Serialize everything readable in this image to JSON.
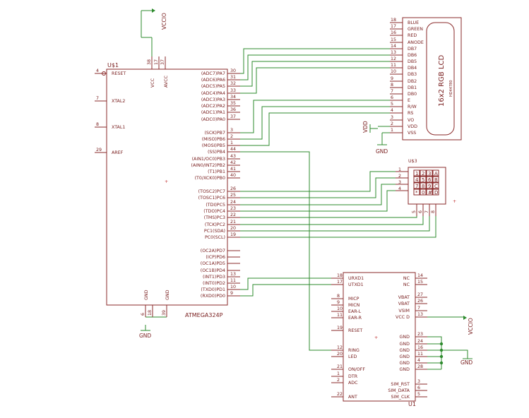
{
  "power": {
    "vccio_top": "VCCIO",
    "gnd_mcu": "GND",
    "gnd_lcd": "GND",
    "vdd": "VDD",
    "vccio_gsm": "VCCIO",
    "gnd_gsm": "GND"
  },
  "mcu": {
    "ref": "U$1",
    "name": "ATMEGA324P",
    "top_pins": [
      {
        "num": "38",
        "name": "VCC"
      },
      {
        "num": "17",
        "name": ""
      },
      {
        "num": "37",
        "name": "AVCC"
      }
    ],
    "bottom_pins": [
      {
        "num": "6",
        "name": "GND"
      },
      {
        "num": "18",
        "name": ""
      },
      {
        "num": "39",
        "name": "GND"
      }
    ],
    "left_pins": [
      {
        "num": "4",
        "name": "RESET"
      },
      {
        "num": "7",
        "name": "XTAL2"
      },
      {
        "num": "8",
        "name": "XTAL1"
      },
      {
        "num": "29",
        "name": "AREF"
      }
    ],
    "right_pins": [
      {
        "num": "30",
        "name": "(ADC7)PA7"
      },
      {
        "num": "31",
        "name": "(ADC6)PA6"
      },
      {
        "num": "32",
        "name": "(ADC5)PA5"
      },
      {
        "num": "33",
        "name": "(ADC4)PA4"
      },
      {
        "num": "34",
        "name": "(ADC3)PA3"
      },
      {
        "num": "35",
        "name": "(ADC2)PA2"
      },
      {
        "num": "36",
        "name": "(ADC1)PA1"
      },
      {
        "num": "37",
        "name": "(ADC0)PA0"
      },
      {
        "num": "3",
        "name": "(SCK)PB7"
      },
      {
        "num": "2",
        "name": "(MISO)PB6"
      },
      {
        "num": "1",
        "name": "(MOSI)PB5"
      },
      {
        "num": "44",
        "name": "(SS)PB4"
      },
      {
        "num": "43",
        "name": "(AIN1/OC0)PB3"
      },
      {
        "num": "42",
        "name": "(AIN0/INT2)PB2"
      },
      {
        "num": "41",
        "name": "(T1)PB1"
      },
      {
        "num": "40",
        "name": "(T0/XCK0)PB0"
      },
      {
        "num": "26",
        "name": "(TOSC2)PC7"
      },
      {
        "num": "25",
        "name": "(TOSC1)PC6"
      },
      {
        "num": "24",
        "name": "(TDI)PC5"
      },
      {
        "num": "23",
        "name": "(TDO)PC4"
      },
      {
        "num": "22",
        "name": "(TMS)PC3"
      },
      {
        "num": "21",
        "name": "(TCK)PC2"
      },
      {
        "num": "20",
        "name": "PC1(SDA)"
      },
      {
        "num": "19",
        "name": "PC0(SCL)"
      },
      {
        "num": "",
        "name": "(OC2A)PD7"
      },
      {
        "num": "",
        "name": "(ICP)PD6"
      },
      {
        "num": "",
        "name": "(OC1A)PD5"
      },
      {
        "num": "",
        "name": "(OC1B)PD4"
      },
      {
        "num": "13",
        "name": "(INT1)PD3"
      },
      {
        "num": "11",
        "name": "(INT0)PD2"
      },
      {
        "num": "10",
        "name": "(TXD0)PD1"
      },
      {
        "num": "9",
        "name": "(RXD0)PD0"
      }
    ]
  },
  "lcd": {
    "title": "16x2 RGB LCD",
    "subtitle": "HD44780",
    "pins": [
      {
        "num": "18",
        "name": "BLUE"
      },
      {
        "num": "17",
        "name": "GREEN"
      },
      {
        "num": "16",
        "name": "RED"
      },
      {
        "num": "15",
        "name": "ANODE"
      },
      {
        "num": "14",
        "name": "DB7"
      },
      {
        "num": "13",
        "name": "DB6"
      },
      {
        "num": "12",
        "name": "DB5"
      },
      {
        "num": "11",
        "name": "DB4"
      },
      {
        "num": "10",
        "name": "DB3"
      },
      {
        "num": "9",
        "name": "DB2"
      },
      {
        "num": "8",
        "name": "DB1"
      },
      {
        "num": "7",
        "name": "DB0"
      },
      {
        "num": "6",
        "name": "E"
      },
      {
        "num": "5",
        "name": "R/W"
      },
      {
        "num": "4",
        "name": "RS"
      },
      {
        "num": "3",
        "name": "VO"
      },
      {
        "num": "2",
        "name": "VDD"
      },
      {
        "num": "1",
        "name": "VSS"
      }
    ]
  },
  "keypad": {
    "ref": "U$3",
    "left_nums": [
      "1",
      "2",
      "3",
      "4"
    ],
    "bottom_nums": [
      "5",
      "6",
      "7",
      "8"
    ],
    "grid": [
      [
        "1",
        "2",
        "3",
        "A"
      ],
      [
        "4",
        "5",
        "6",
        "B"
      ],
      [
        "7",
        "8",
        "9",
        "C"
      ],
      [
        "*",
        "0",
        "#",
        "D"
      ]
    ]
  },
  "gsm": {
    "ref": "U1",
    "left_pins": [
      {
        "num": "18",
        "name": "URXD1"
      },
      {
        "num": "17",
        "name": "UTXD1"
      },
      {
        "num": "8",
        "name": "MICP"
      },
      {
        "num": "9",
        "name": "MICN"
      },
      {
        "num": "10",
        "name": "EAR-L"
      },
      {
        "num": "11",
        "name": "EAR-R"
      },
      {
        "num": "19",
        "name": "RESET"
      },
      {
        "num": "12",
        "name": "RING"
      },
      {
        "num": "20",
        "name": "LED"
      },
      {
        "num": "21",
        "name": "ON/OFF"
      },
      {
        "num": "1",
        "name": "DTR"
      },
      {
        "num": "2",
        "name": "ADC"
      },
      {
        "num": "22",
        "name": "ANT"
      }
    ],
    "right_pins": [
      {
        "num": "14",
        "name": "NC"
      },
      {
        "num": "15",
        "name": "NC"
      },
      {
        "num": "27",
        "name": "VBAT"
      },
      {
        "num": "26",
        "name": "VBAT"
      },
      {
        "num": "7",
        "name": "VSIM"
      },
      {
        "num": "13",
        "name": "VCC D"
      },
      {
        "num": "23",
        "name": "GND"
      },
      {
        "num": "24",
        "name": "GND"
      },
      {
        "num": "16",
        "name": "GND"
      },
      {
        "num": "11",
        "name": "GND"
      },
      {
        "num": "4",
        "name": "GND"
      },
      {
        "num": "28",
        "name": "GND"
      },
      {
        "num": "3",
        "name": "SIM_RST"
      },
      {
        "num": "6",
        "name": "SIM_DATA"
      },
      {
        "num": "5",
        "name": "SIM_CLK"
      }
    ]
  }
}
